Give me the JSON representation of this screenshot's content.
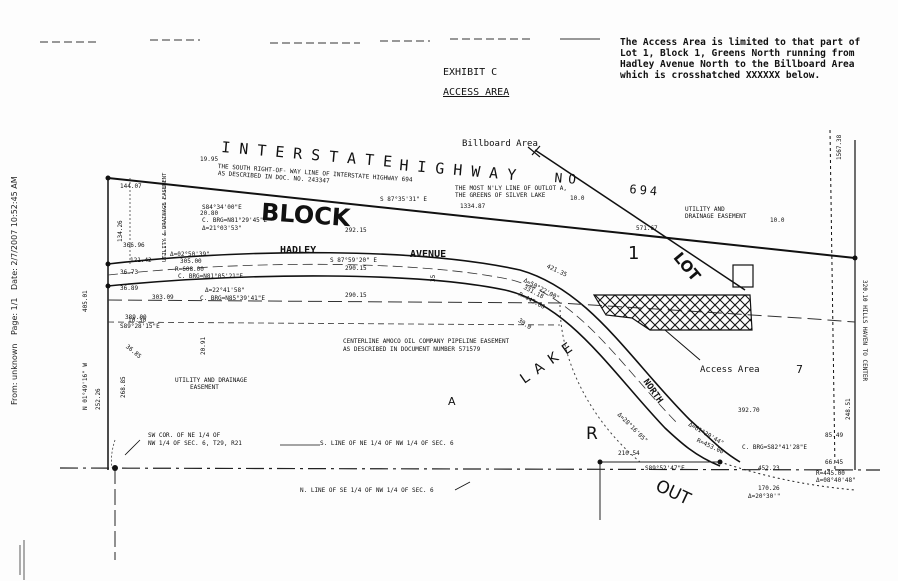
{
  "fax_header": {
    "from": "From: unknown",
    "page": "Page: 1/1",
    "date": "Date: 2/7/2007 10:52:45 AM"
  },
  "exhibit": {
    "title": "EXHIBIT C",
    "subtitle": "ACCESS AREA"
  },
  "note": {
    "line1": "The Access Area is limited to that part of",
    "line2": "Lot 1, Block 1, Greens North running from",
    "line3": "Hadley Avenue North to the Billboard Area",
    "line4": "which is crosshatched XXXXXX below."
  },
  "labels": {
    "billboard_area": "Billboard Area",
    "access_area": "Access Area",
    "interstate": "INTERSTATE",
    "highway": "HIGHWAY",
    "hwy_no": "NO",
    "hwy_num": "694",
    "block": "BLOCK",
    "lot": "LOT",
    "lot_num": "1",
    "lake": "LAKE",
    "lake_a": "A",
    "outlot_r": "R",
    "out": "OUT",
    "hadley": "HADLEY",
    "avenue": "AVENUE",
    "north": "NORTH"
  },
  "annotations": {
    "south_row_1": "THE SOUTH RIGHT-OF- WAY LINE OF INTERSTATE HIGHWAY 694",
    "south_row_2": "AS DESCRIBED IN DOC. NO. 243347",
    "most_nly_1": "THE MOST N'LY LINE OF OUTLOT A,",
    "most_nly_2": "THE GREENS OF SILVER LAKE",
    "utility_right_1": "UTILITY AND",
    "utility_right_2": "DRAINAGE EASEMENT",
    "utility_left_1": "UTILITY AND DRAINAGE",
    "utility_left_2": "EASEMENT",
    "centerline_1": "CENTERLINE AMOCO OIL COMPANY PIPELINE EASEMENT",
    "centerline_2": "AS DESCRIBED IN DOCUMENT NUMBER 571579",
    "sw_cor_1": "SW COR. OF NE 1/4 OF",
    "sw_cor_2": "NW 1/4 OF SEC. 6, T29, R21",
    "s_line": "S. LINE OF NE 1/4 OF NW 1/4 OF SEC. 6",
    "n_line": "N. LINE OF SE 1/4 OF NW 1/4 OF SEC. 6",
    "utility_vert_left": "UTILITY & DRAINAGE EASEMENT",
    "right_edge_vert": "320.10 HILLS HAVEN TO CENTER"
  },
  "dimensions": {
    "d1995": "19.95",
    "d14407": "144.07",
    "d13426": "134.26",
    "d2080": "20.80",
    "c_brg_1": "S84°34'00\"E",
    "c_brg_2": "C. BRG=N81°29'45\"E",
    "c_brg_3": "Δ=21°03'53\"",
    "d36696": "366.96",
    "d12142": "121.42",
    "d3673": "36.73",
    "d2c": "Δ=02°50'39\"",
    "d30500": "305.00",
    "d60800": "R=608.00",
    "c_brg_4": "C. BRG=N81°05'21\"E",
    "d3689": "36.89",
    "d2224": "Δ=22°41'58\"",
    "c_brg_5": "C. BRG=N85°39'41\"E",
    "d30309": "303.09",
    "d40501": "405.01",
    "d38900": "389.00",
    "brg_n": "N 01°49'16\" W",
    "d25226": "252.26",
    "d26885": "268.85",
    "d3685": "36.85",
    "brg_sw": "S89°28'15\"E",
    "d1030": "10.30",
    "d2091": "20.91",
    "d29215": "292.15",
    "d29015": "290.15",
    "brg_s87_1": "S 87°35'31\" E",
    "brg_s87_2": "S 87°59'20\" E",
    "d133487": "1334.87",
    "d100": "10.0",
    "d57167": "571.67",
    "d100b": "10.0",
    "d42135": "421.35",
    "arc1": "Δ=50°22'00\"",
    "arc2": "331.18",
    "arc3": "R=445.00",
    "d30": "30.0",
    "d35": "35",
    "d392": "392.70",
    "c_brg_6": "C. BRG=S82°41'28\"E",
    "d6249": "Δ=61°20'44\"",
    "d2826": "Δ=28°16'05\"",
    "d45300": "R=453.00",
    "d4522": "452.23",
    "d2105": "210.54",
    "d589": "S89°52'47\"E",
    "d17026": "170.26",
    "d2030": "Δ=20°30'\"",
    "d8549": "85.49",
    "d6645": "66.45",
    "d44500b": "R=445.00",
    "d0808": "Δ=08°40'48\"",
    "d24851": "248.51",
    "d1567": "1567.38",
    "d7": "7"
  }
}
